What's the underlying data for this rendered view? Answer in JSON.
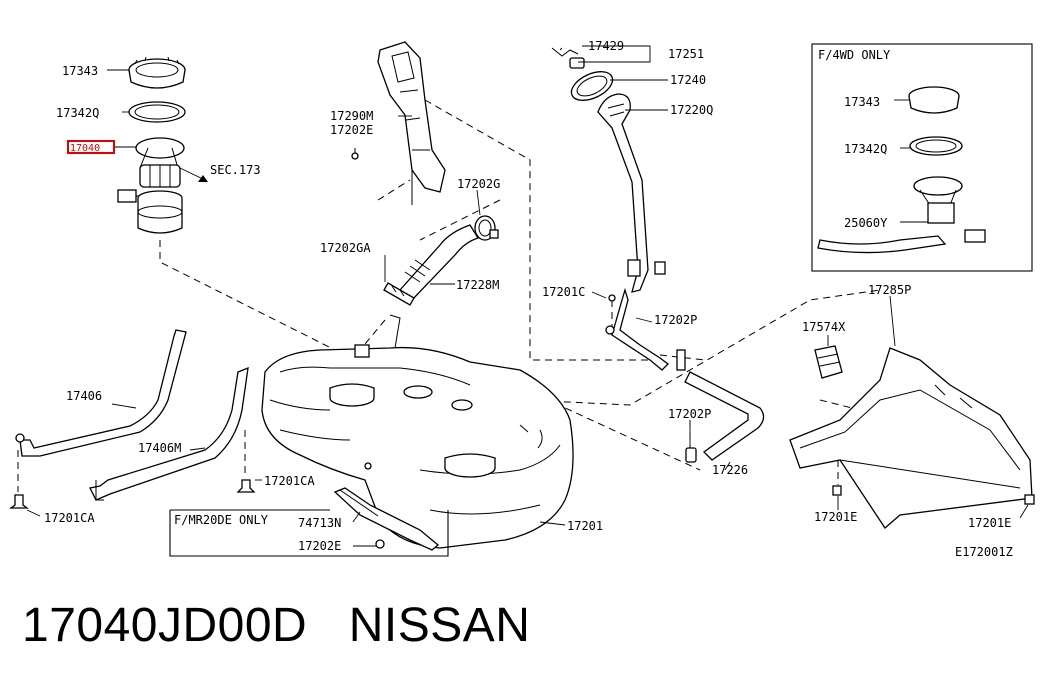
{
  "diagram": {
    "labels": {
      "l17343": "17343",
      "l17342Q": "17342Q",
      "l17040": "17040",
      "lsec173": "SEC.173",
      "l17290M": "17290M",
      "l17202E_top": "17202E",
      "l17202G": "17202G",
      "l17202GA": "17202GA",
      "l17228M": "17228M",
      "l17429": "17429",
      "l17251": "17251",
      "l17240": "17240",
      "l17220Q": "17220Q",
      "l17201C": "17201C",
      "l17202P_a": "17202P",
      "l17202P_b": "17202P",
      "l17226": "17226",
      "l17406": "17406",
      "l17406M": "17406M",
      "l17201CA_a": "17201CA",
      "l17201CA_b": "17201CA",
      "l17201": "17201",
      "l74713N": "74713N",
      "l17202E_bot": "17202E",
      "l17285P": "17285P",
      "l17574X": "17574X",
      "l17201E_a": "17201E",
      "l17201E_b": "17201E",
      "l4wd": "F/4WD ONLY",
      "l4wd17343": "17343",
      "l4wd17342Q": "17342Q",
      "l25060Y": "25060Y",
      "lmr20": "F/MR20DE ONLY",
      "lref": "E172001Z"
    }
  },
  "footer": {
    "part_number": "17040JD00D",
    "brand": "NISSAN"
  },
  "colors": {
    "highlight": "#e00000",
    "ink": "#000000"
  }
}
